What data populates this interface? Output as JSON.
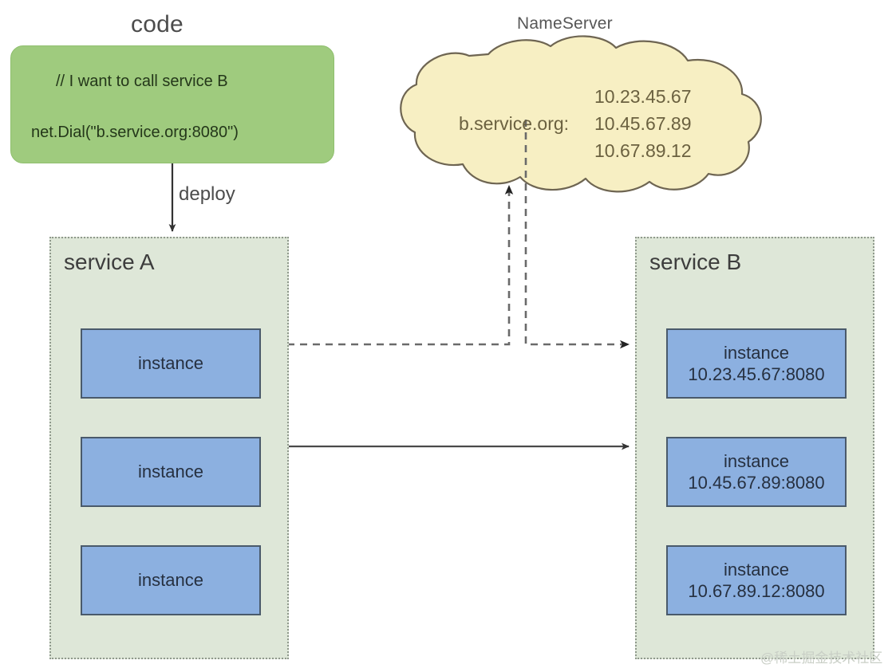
{
  "diagram": {
    "code": {
      "title": "code",
      "line1": "// I want to call service B",
      "line2": "net.Dial(\"b.service.org:8080\")",
      "fill": "#9fcb7e"
    },
    "deploy_label": "deploy",
    "nameserver": {
      "title": "NameServer",
      "domain": "b.service.org:",
      "ips": [
        "10.23.45.67",
        "10.45.67.89",
        "10.67.89.12"
      ],
      "fill": "#f7efc3",
      "stroke": "#6e6552"
    },
    "service_a": {
      "title": "service A",
      "fill": "#dee7d8",
      "instances": [
        {
          "label": "instance",
          "address": ""
        },
        {
          "label": "instance",
          "address": ""
        },
        {
          "label": "instance",
          "address": ""
        }
      ]
    },
    "service_b": {
      "title": "service B",
      "fill": "#dee7d8",
      "instances": [
        {
          "label": "instance",
          "address": "10.23.45.67:8080"
        },
        {
          "label": "instance",
          "address": "10.45.67.89:8080"
        },
        {
          "label": "instance",
          "address": "10.67.89.12:8080"
        }
      ]
    },
    "instance_fill": "#8cb0e0",
    "instance_stroke": "#4a5a6b",
    "edges": [
      {
        "name": "deploy-edge",
        "style": "solid",
        "from": "code-box",
        "to": "service-a-box"
      },
      {
        "name": "lookup-edge",
        "style": "dashed",
        "from": "service-a-instance-1",
        "to": "nameserver-cloud"
      },
      {
        "name": "resolve-edge",
        "style": "dashed",
        "from": "nameserver-cloud",
        "to": "service-b-box"
      },
      {
        "name": "call-edge",
        "style": "solid",
        "from": "service-a-instance-2",
        "to": "service-b-box"
      }
    ],
    "watermark": "@稀土掘金技术社区"
  }
}
